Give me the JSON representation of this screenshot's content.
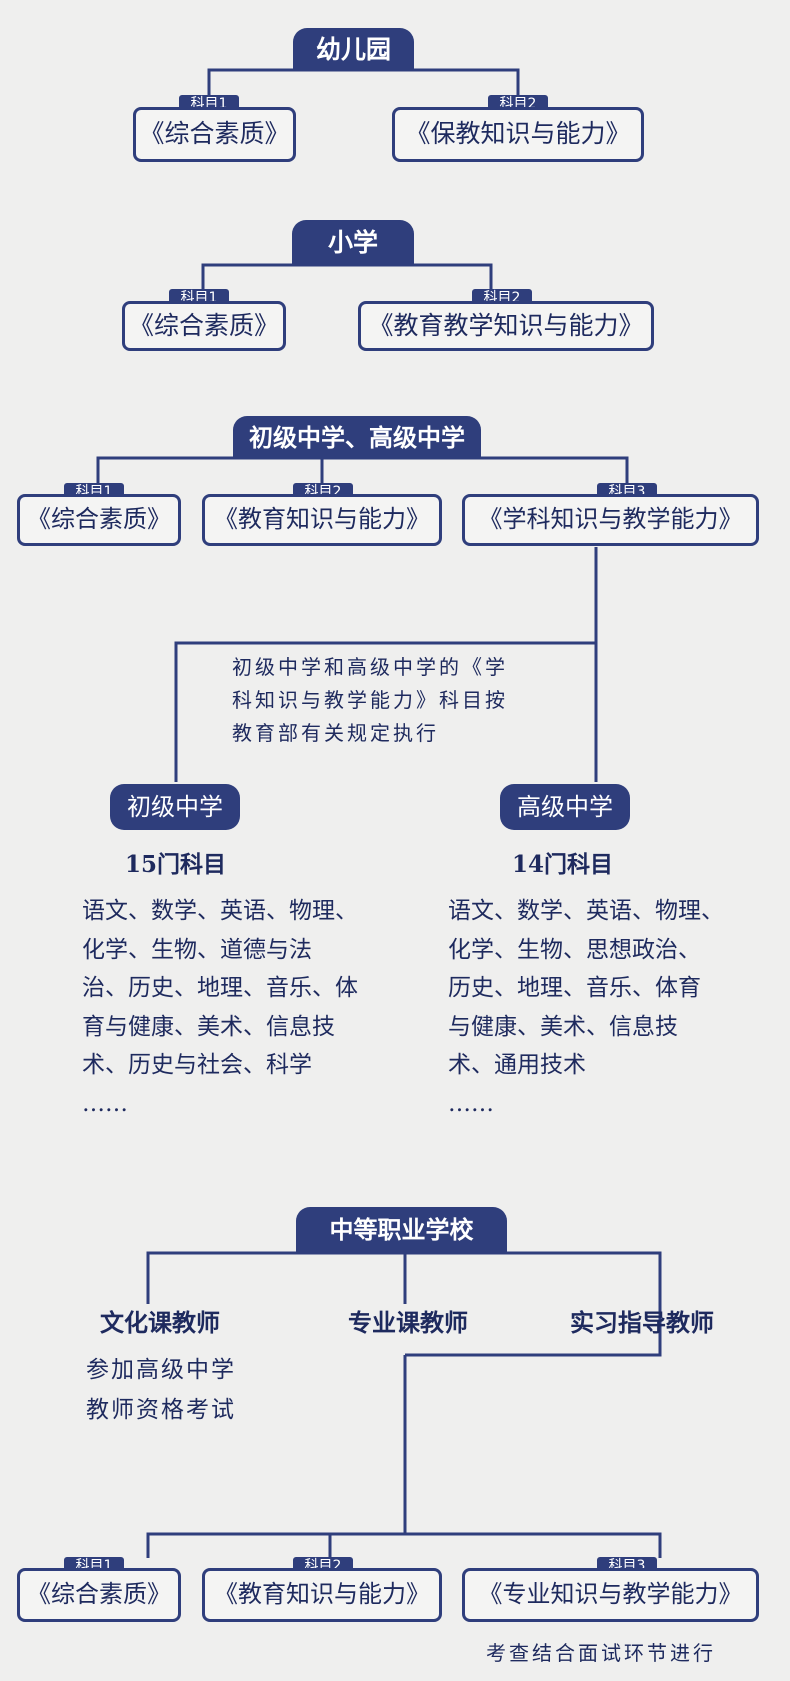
{
  "kindergarten": {
    "title": "幼儿园",
    "subjects": [
      {
        "tag": "科目1",
        "name": "《综合素质》"
      },
      {
        "tag": "科目2",
        "name": "《保教知识与能力》"
      }
    ]
  },
  "primary": {
    "title": "小学",
    "subjects": [
      {
        "tag": "科目1",
        "name": "《综合素质》"
      },
      {
        "tag": "科目2",
        "name": "《教育教学知识与能力》"
      }
    ]
  },
  "secondary": {
    "title": "初级中学、高级中学",
    "subjects": [
      {
        "tag": "科目1",
        "name": "《综合素质》"
      },
      {
        "tag": "科目2",
        "name": "《教育知识与能力》"
      },
      {
        "tag": "科目3",
        "name": "《学科知识与教学能力》"
      }
    ],
    "note": [
      "初级中学和高级中学的《学",
      "科知识与教学能力》科目按",
      "教育部有关规定执行"
    ],
    "junior": {
      "title": "初级中学",
      "count": "15门科目",
      "lines": [
        "语文、数学、英语、物理、",
        "化学、生物、道德与法",
        "治、历史、地理、音乐、体",
        "育与健康、美术、信息技",
        "术、历史与社会、科学",
        "……"
      ]
    },
    "senior": {
      "title": "高级中学",
      "count": "14门科目",
      "lines": [
        "语文、数学、英语、物理、",
        "化学、生物、思想政治、",
        "历史、地理、音乐、体育",
        "与健康、美术、信息技",
        "术、通用技术",
        "……"
      ]
    }
  },
  "vocational": {
    "title": "中等职业学校",
    "categories": [
      "文化课教师",
      "专业课教师",
      "实习指导教师"
    ],
    "culture_note": [
      "参加高级中学",
      "教师资格考试"
    ],
    "subjects": [
      {
        "tag": "科目1",
        "name": "《综合素质》"
      },
      {
        "tag": "科目2",
        "name": "《教育知识与能力》"
      },
      {
        "tag": "科目3",
        "name": "《专业知识与教学能力》"
      }
    ],
    "footer": "考查结合面试环节进行"
  },
  "colors": {
    "navy": "#2f3e7c",
    "text": "#1e2a5e",
    "background": "#efefee"
  }
}
